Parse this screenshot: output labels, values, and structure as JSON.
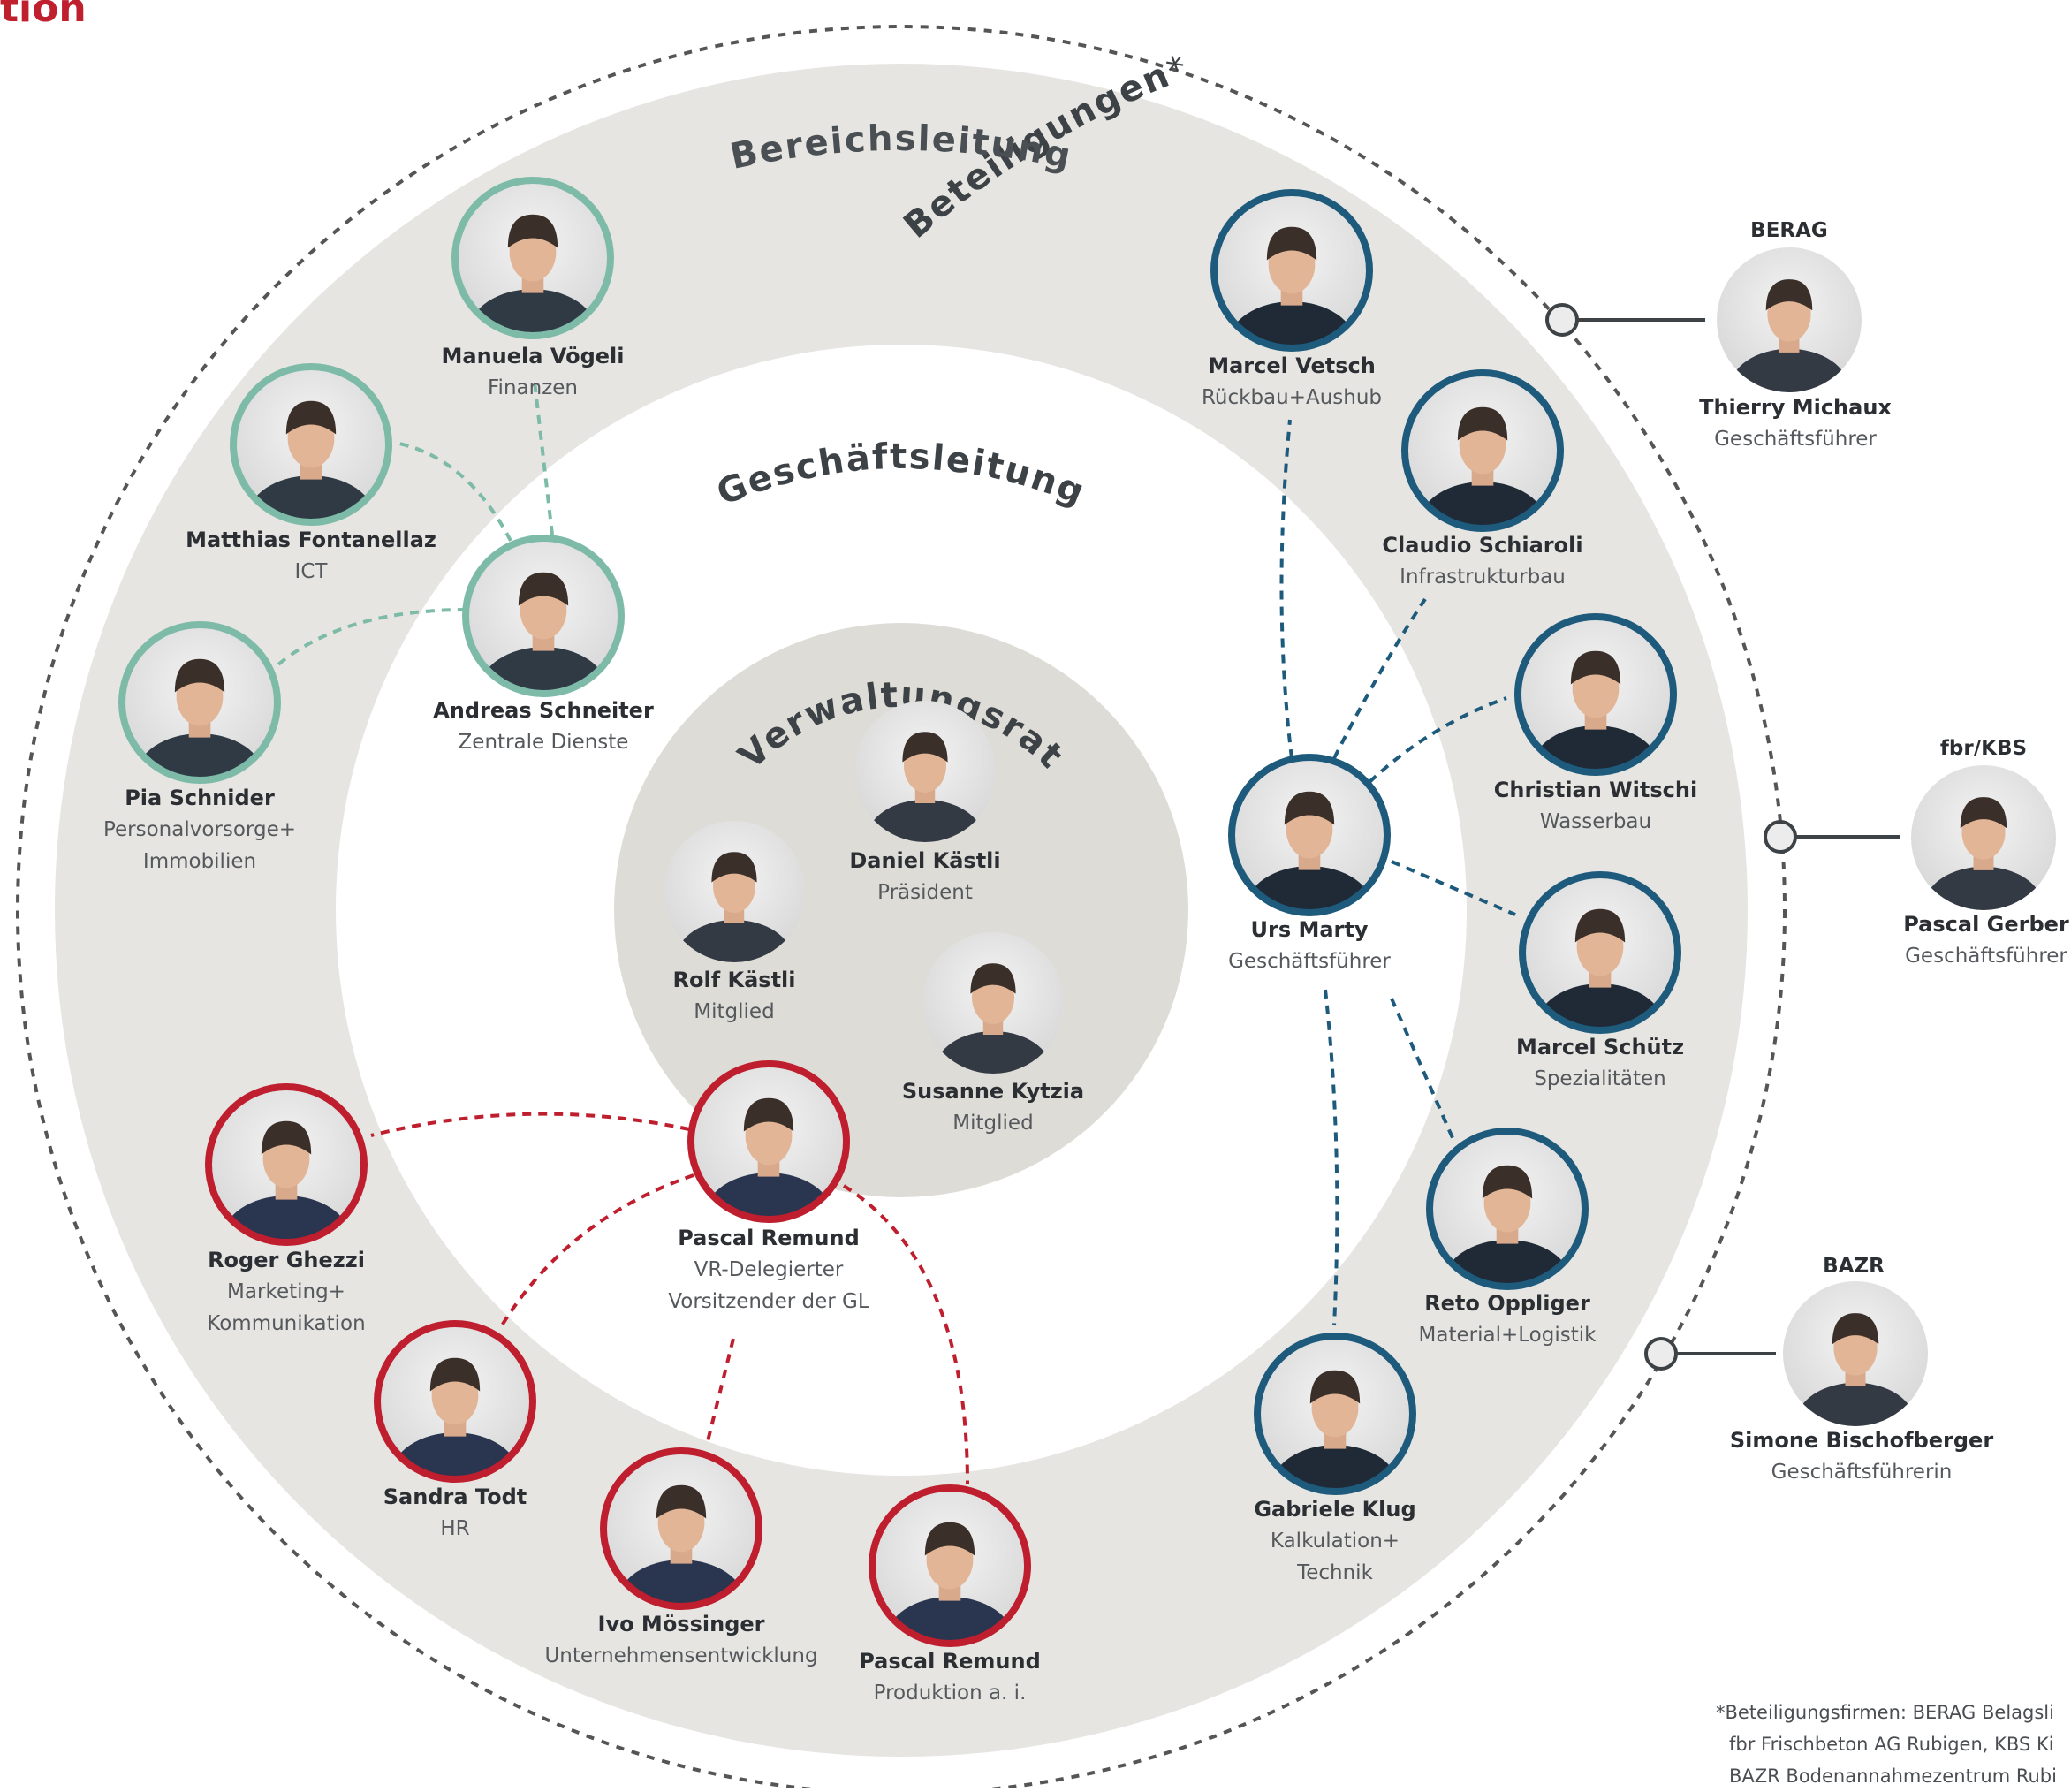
{
  "corner_title": "tion",
  "rings": {
    "outer_label": "Beteiligungen",
    "outer_label_mark": "*",
    "bereich_label": "Bereichsleitung",
    "gl_label": "Geschäftsleitung",
    "vr_label": "Verwaltungsrat"
  },
  "colors": {
    "teal": "#7dbba8",
    "navy": "#1d5a7c",
    "red": "#be1e2d",
    "ring_gray": "#e6e5e1",
    "inner_gray": "#dedcd7",
    "dash_gray": "#555555"
  },
  "people": [
    {
      "id": "manuela-voegeli",
      "name": "Manuela Vögeli",
      "role": [
        "Finanzen"
      ],
      "ring": "teal"
    },
    {
      "id": "matthias-fontanellaz",
      "name": "Matthias Fontanellaz",
      "role": [
        "ICT"
      ],
      "ring": "teal"
    },
    {
      "id": "andreas-schneiter",
      "name": "Andreas Schneiter",
      "role": [
        "Zentrale Dienste"
      ],
      "ring": "teal"
    },
    {
      "id": "pia-schnider",
      "name": "Pia Schnider",
      "role": [
        "Personalvorsorge+",
        "Immobilien"
      ],
      "ring": "teal"
    },
    {
      "id": "marcel-vetsch",
      "name": "Marcel Vetsch",
      "role": [
        "Rückbau+Aushub"
      ],
      "ring": "navy"
    },
    {
      "id": "claudio-schiaroli",
      "name": "Claudio Schiaroli",
      "role": [
        "Infrastrukturbau"
      ],
      "ring": "navy"
    },
    {
      "id": "christian-witschi",
      "name": "Christian Witschi",
      "role": [
        "Wasserbau"
      ],
      "ring": "navy"
    },
    {
      "id": "urs-marty",
      "name": "Urs Marty",
      "role": [
        "Geschäftsführer"
      ],
      "ring": "navy"
    },
    {
      "id": "marcel-schuetz",
      "name": "Marcel Schütz",
      "role": [
        "Spezialitäten"
      ],
      "ring": "navy"
    },
    {
      "id": "reto-oppliger",
      "name": "Reto Oppliger",
      "role": [
        "Material+Logistik"
      ],
      "ring": "navy"
    },
    {
      "id": "gabriele-klug",
      "name": "Gabriele Klug",
      "role": [
        "Kalkulation+",
        "Technik"
      ],
      "ring": "navy"
    },
    {
      "id": "daniel-kaestli",
      "name": "Daniel Kästli",
      "role": [
        "Präsident"
      ],
      "ring": "none"
    },
    {
      "id": "rolf-kaestli",
      "name": "Rolf Kästli",
      "role": [
        "Mitglied"
      ],
      "ring": "none"
    },
    {
      "id": "susanne-kytzia",
      "name": "Susanne Kytzia",
      "role": [
        "Mitglied"
      ],
      "ring": "none"
    },
    {
      "id": "pascal-remund-vr",
      "name": "Pascal Remund",
      "role": [
        "VR-Delegierter",
        "Vorsitzender der GL"
      ],
      "ring": "red"
    },
    {
      "id": "roger-ghezzi",
      "name": "Roger Ghezzi",
      "role": [
        "Marketing+",
        "Kommunikation"
      ],
      "ring": "red"
    },
    {
      "id": "sandra-todt",
      "name": "Sandra Todt",
      "role": [
        "HR"
      ],
      "ring": "red"
    },
    {
      "id": "ivo-moessinger",
      "name": "Ivo Mössinger",
      "role": [
        "Unternehmensentwicklung"
      ],
      "ring": "red"
    },
    {
      "id": "pascal-remund-prod",
      "name": "Pascal Remund",
      "role": [
        "Produktion a. i."
      ],
      "ring": "red"
    },
    {
      "id": "thierry-michaux",
      "name": "Thierry Michaux",
      "role": [
        "Geschäftsführer"
      ],
      "ring": "none",
      "company": "BERAG"
    },
    {
      "id": "pascal-gerber",
      "name": "Pascal Gerber",
      "role": [
        "Geschäftsführer"
      ],
      "ring": "none",
      "company": "fbr/KBS"
    },
    {
      "id": "simone-bischofberger",
      "name": "Simone Bischofberger",
      "role": [
        "Geschäftsführerin"
      ],
      "ring": "none",
      "company": "BAZR"
    }
  ],
  "footnote": [
    "*Beteiligungsfirmen: BERAG Belagsli",
    "fbr Frischbeton AG Rubigen, KBS Ki",
    "BAZR Bodenannahmezentrum Rubi"
  ]
}
